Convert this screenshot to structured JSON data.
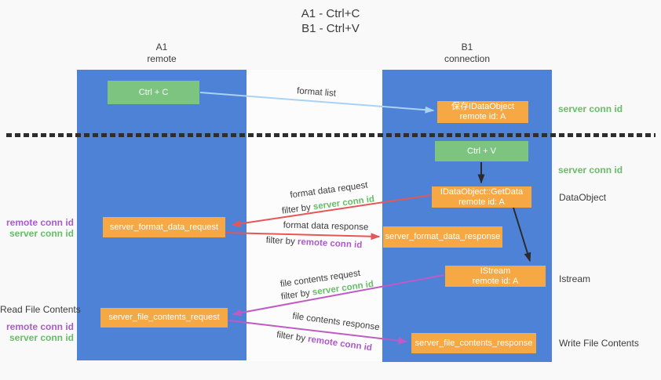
{
  "title": {
    "line1": "A1 - Ctrl+C",
    "line2": "B1 - Ctrl+V"
  },
  "lanes": {
    "a": {
      "name": "A1",
      "role": "remote"
    },
    "b": {
      "name": "B1",
      "role": "connection"
    }
  },
  "boxes": {
    "ctrl_c": {
      "label": "Ctrl + C"
    },
    "save_dataobject": {
      "line1": "保存IDataObject",
      "line2": "remote id: A"
    },
    "ctrl_v": {
      "label": "Ctrl + V"
    },
    "getdata": {
      "line1": "IDataObject::GetData",
      "line2": "remote id: A"
    },
    "format_request": {
      "label": "server_format_data_request"
    },
    "format_response": {
      "label": "server_format_data_response"
    },
    "istream": {
      "line1": "IStream",
      "line2": "remote id: A"
    },
    "file_request": {
      "label": "server_file_contents_request"
    },
    "file_response": {
      "label": "server_file_contents_response"
    }
  },
  "right_labels": {
    "server_conn_id_top": "server conn id",
    "server_conn_id_mid": "server conn id",
    "dataobject": "DataObject",
    "istream": "Istream",
    "write_file_contents": "Write File Contents"
  },
  "left_labels": {
    "remote_conn_id_top": "remote conn id",
    "server_conn_id_top": "server conn id",
    "read_file_contents": "Read File Contents",
    "remote_conn_id_bottom": "remote conn id",
    "server_conn_id_bottom": "server conn id"
  },
  "arrow_labels": {
    "format_list": "format list",
    "format_data_request": {
      "title": "format data request",
      "filter_prefix": "filter by ",
      "filter_key": "server conn id"
    },
    "format_data_response": {
      "title": "format data response",
      "filter_prefix": "filter by ",
      "filter_key": "remote conn id"
    },
    "file_contents_request": {
      "title": "file contents request",
      "filter_prefix": "filter by ",
      "filter_key": "server conn id"
    },
    "file_contents_response": {
      "title": "file contents response",
      "filter_prefix": "filter by ",
      "filter_key": "remote conn id"
    }
  },
  "colors": {
    "lane_blue": "#4d82d6",
    "box_green": "#7cc47f",
    "box_orange": "#f5a843",
    "arrow_blue": "#a9d2f3",
    "arrow_red": "#e45756",
    "arrow_magenta": "#c05ac4",
    "arrow_black": "#2b2b2b",
    "text_green": "#67bd68",
    "text_purple": "#ab5bc9",
    "text_dark": "#3c3c3c",
    "background": "#f9f9f9"
  }
}
